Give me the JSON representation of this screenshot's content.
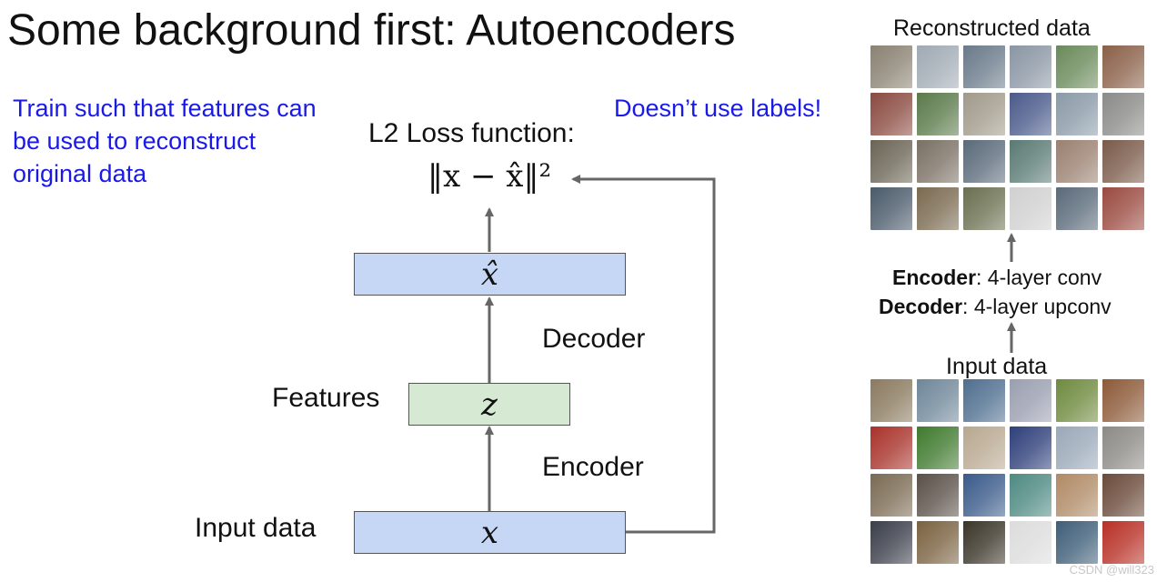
{
  "title": "Some background first: Autoencoders",
  "notes": {
    "left": "Train such that features can be used to reconstruct original data",
    "right": "Doesn’t use labels!"
  },
  "loss": {
    "label": "L2 Loss function:",
    "expression": "‖x − x̂‖²"
  },
  "diagram": {
    "xhat_symbol": "x̂",
    "z_symbol": "z",
    "x_symbol": "x",
    "decoder_label": "Decoder",
    "features_label": "Features",
    "encoder_label": "Encoder",
    "input_label": "Input data"
  },
  "panel": {
    "reconstructed_label": "Reconstructed data",
    "encoder_name": "Encoder",
    "encoder_desc": ": 4-layer conv",
    "decoder_name": "Decoder",
    "decoder_desc": ": 4-layer upconv",
    "input_label": "Input data"
  },
  "credit": "CSDN @will323",
  "colors": {
    "blue_text": "#1a1ae6",
    "xhat_box": "#c5d7f4",
    "z_box": "#d6ead3",
    "x_box": "#c5d7f4",
    "arrow": "#666666"
  },
  "images": {
    "input_tiles": [
      "#8a7a5e",
      "#6f8799",
      "#4e6e8f",
      "#9a9fb0",
      "#6e8a3e",
      "#8c5a38",
      "#a8322a",
      "#3f7a2e",
      "#b8a890",
      "#2e3f7a",
      "#9aa8b8",
      "#8c8a86",
      "#7a6a52",
      "#5a5048",
      "#3a5a8a",
      "#4e8a82",
      "#b08a66",
      "#6a4a3a",
      "#3a3e4a",
      "#7a6240",
      "#3a3428",
      "#dcdcdc",
      "#3e5e78",
      "#b83026"
    ],
    "recon_tiles": [
      "#8a8272",
      "#a0aab4",
      "#6a7a8a",
      "#8a96a4",
      "#6a8a5a",
      "#8a6048",
      "#8a4a40",
      "#5a7a4a",
      "#a09a8a",
      "#4a5a8a",
      "#8a9aa8",
      "#8a8a88",
      "#6a6454",
      "#7a7064",
      "#5a6a7a",
      "#5a7a74",
      "#9a8070",
      "#7a5a4a",
      "#4a5a6a",
      "#7a6a50",
      "#6a7050",
      "#d0d0d0",
      "#5a6a7a",
      "#9a4a40"
    ]
  }
}
